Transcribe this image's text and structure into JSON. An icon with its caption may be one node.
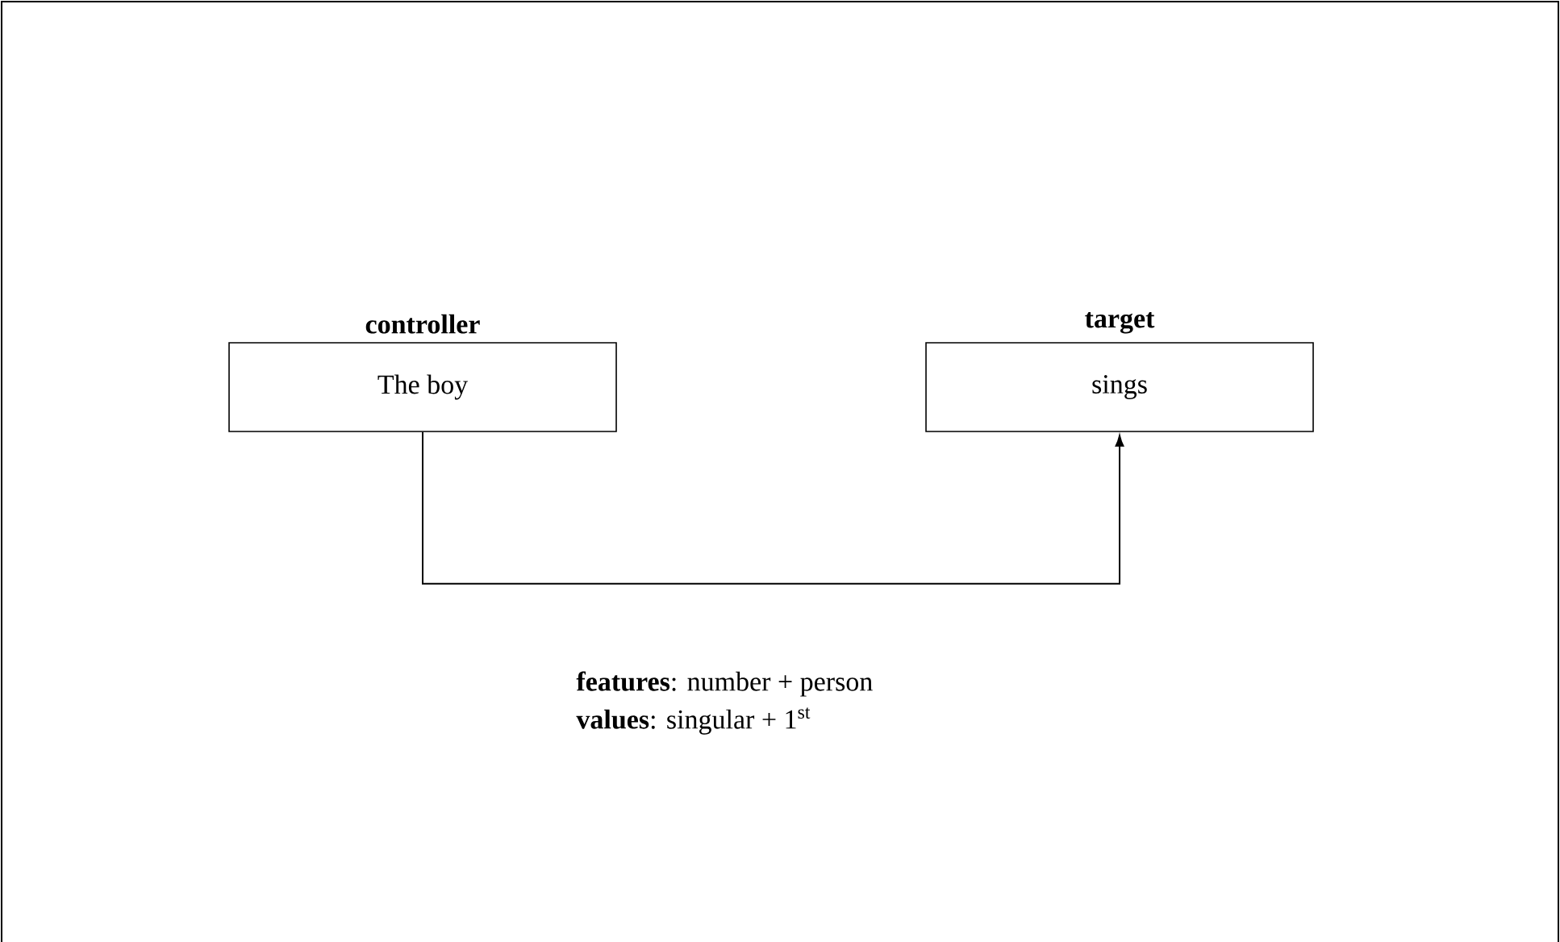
{
  "diagram": {
    "nodes": [
      {
        "text": [
          "controller",
          "The boy"
        ]
      },
      {
        "text": [
          "target",
          "sings"
        ]
      }
    ],
    "edges": [
      {
        "from": 0,
        "to": 1,
        "arrow": "to"
      }
    ],
    "labels": [
      "**features**: number + person",
      "**values**:    singular + 1$^{st}$"
    ]
  }
}
